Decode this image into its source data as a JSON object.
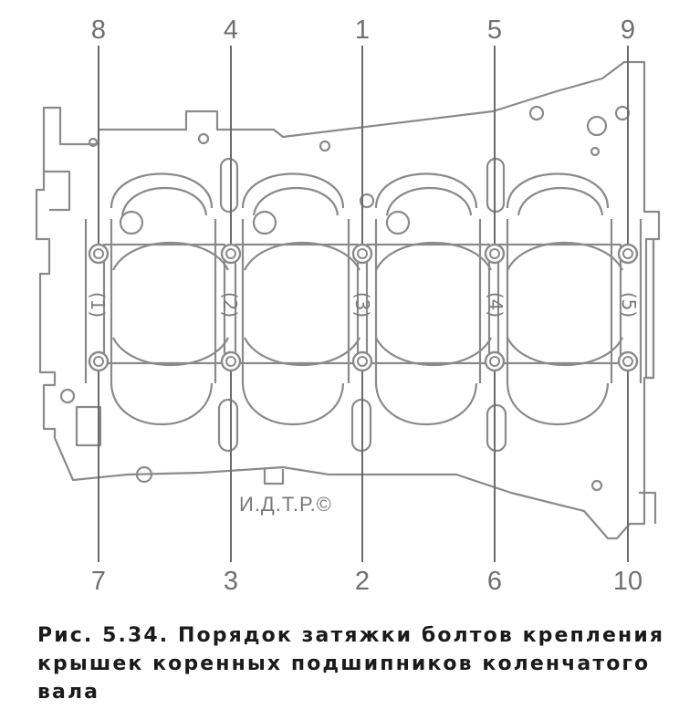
{
  "figure": {
    "bolts_upper": [
      {
        "n": "8"
      },
      {
        "n": "4"
      },
      {
        "n": "1"
      },
      {
        "n": "5"
      },
      {
        "n": "9"
      }
    ],
    "bolts_lower": [
      {
        "n": "7"
      },
      {
        "n": "3"
      },
      {
        "n": "2"
      },
      {
        "n": "6"
      },
      {
        "n": "10"
      }
    ],
    "bearing_caps": [
      {
        "label": "(1)"
      },
      {
        "label": "(2)"
      },
      {
        "label": "(3)"
      },
      {
        "label": "(4)"
      },
      {
        "label": "(5)"
      }
    ],
    "publisher_stamp": "И.Д.Т.Р.©"
  },
  "caption": "Рис. 5.34. Порядок затяжки болтов крепления крышек коренных подшипников коленчатого вала",
  "colors": {
    "line": "#8a8a8a",
    "leader": "#6a6a6a",
    "caption_text": "#1a1a1a"
  }
}
